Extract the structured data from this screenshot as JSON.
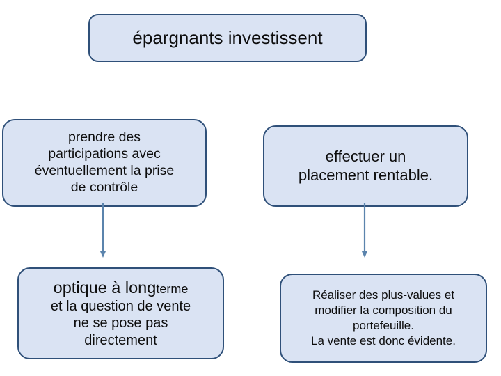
{
  "diagram": {
    "title_box": {
      "text": "épargnants investissent"
    },
    "nodes": {
      "participations": {
        "line1": "prendre des",
        "line2": "participations avec",
        "line3": "éventuellement la prise",
        "line4": "de contrôle"
      },
      "placement": {
        "line1": "effectuer un",
        "line2": "placement rentable."
      },
      "optique": {
        "line1_big": "optique à long",
        "line1_small": "terme",
        "line2": "et la question de vente",
        "line3": "ne se pose pas",
        "line4": "directement"
      },
      "realiser": {
        "line1": "Réaliser des plus-values et",
        "line2": "modifier la composition du",
        "line3": "portefeuille.",
        "line4": "La vente est donc évidente."
      }
    },
    "colors": {
      "node_fill": "#dae3f3",
      "node_border": "#2f5079",
      "connector": "#5b84ad",
      "text": "#0d0d0d",
      "background": "#ffffff"
    }
  }
}
